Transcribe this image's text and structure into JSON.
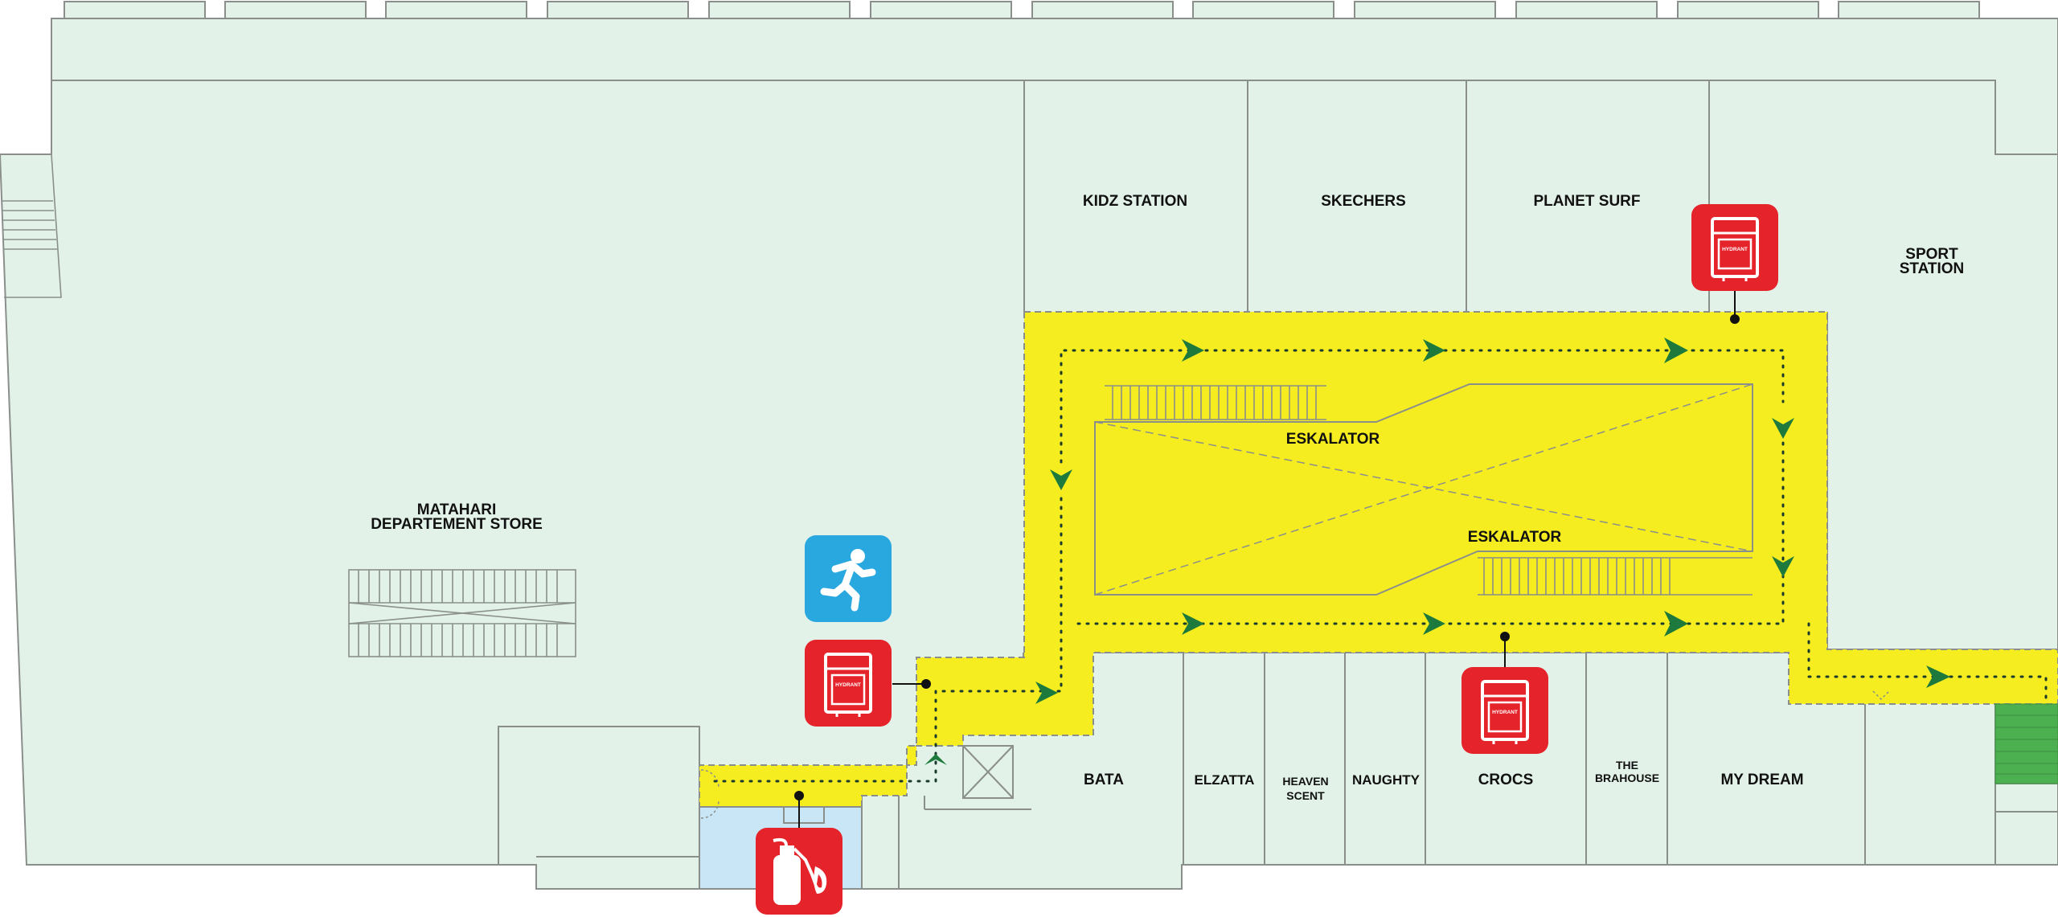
{
  "stores": {
    "matahari_line1": "MATAHARI",
    "matahari_line2": "DEPARTEMENT STORE",
    "kidz_station": "KIDZ STATION",
    "skechers": "SKECHERS",
    "planet_surf": "PLANET SURF",
    "sport_station_line1": "SPORT",
    "sport_station_line2": "STATION",
    "bata": "BATA",
    "elzatta": "ELZATTA",
    "heaven_scent_line1": "HEAVEN",
    "heaven_scent_line2": "SCENT",
    "naughty": "NAUGHTY",
    "crocs": "CROCS",
    "the_brahouse_line1": "THE",
    "the_brahouse_line2": "BRAHOUSE",
    "my_dream": "MY DREAM"
  },
  "escalators": {
    "upper": "ESKALATOR",
    "lower": "ESKALATOR"
  },
  "icons": {
    "hydrant_text": "HYDRANT",
    "hydrant": "hydrant-icon",
    "extinguisher": "fire-extinguisher-icon",
    "assembly": "running-person-icon"
  },
  "colors": {
    "evacuation_route": "#f5ed1f",
    "floor": "#e2f2e8",
    "arrow": "#1d7a3c",
    "hydrant_bg": "#e5232b",
    "assembly_bg": "#29a8e0",
    "stair_room": "#c8e6f5",
    "exit_stairs": "#4caf50"
  }
}
